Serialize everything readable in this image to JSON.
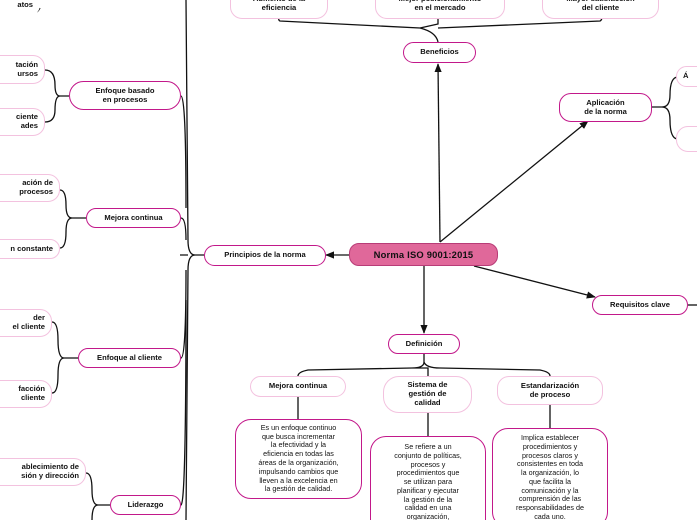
{
  "root": {
    "label": "Norma ISO 9001:2015"
  },
  "beneficios": {
    "label": "Beneficios",
    "children": [
      "Aumento de la\neficiencia",
      "Mejor posicionamiento\nen el mercado",
      "Mayor satisfacción\ndel cliente"
    ]
  },
  "aplicacion": {
    "label": "Aplicación\nde la norma",
    "children": [
      "Á",
      ""
    ]
  },
  "requisitos": {
    "label": "Requisitos clave"
  },
  "definicion": {
    "label": "Definición",
    "children": [
      {
        "label": "Mejora continua",
        "text": "Es un enfoque continuo\nque busca incrementar\nla efectividad y la\neficiencia en todas las\náreas de la organización,\nimpulsando cambios que\nlleven a la excelencia en\nla gestión de calidad."
      },
      {
        "label": "Sistema de\ngestión de\ncalidad",
        "text": "Se refiere a un\nconjunto de políticas,\nprocesos y\nprocedimientos que\nse utilizan para\nplanificar y ejecutar\nla gestión de la\ncalidad en una\norganización,"
      },
      {
        "label": "Estandarización\nde proceso",
        "text": "Implica establecer\nprocedimientos y\nprocesos claros y\nconsistentes en toda\nla organización, lo\nque facilita la\ncomunicación y la\ncomprensión de las\nresponsabilidades de\ncada uno."
      }
    ]
  },
  "principios": {
    "label": "Principios de la norma",
    "children": [
      {
        "label": "Enfoque basado\nen procesos",
        "children": [
          "atos",
          "tación\nursos",
          "ciente\nades"
        ]
      },
      {
        "label": "Mejora continua",
        "children": [
          "ación de\nprocesos",
          "n constante"
        ]
      },
      {
        "label": "Enfoque al cliente",
        "children": [
          "der\nel cliente",
          "facción\ncliente"
        ]
      },
      {
        "label": "Liderazgo",
        "children": [
          "ablecimiento de\nsión y dirección"
        ]
      }
    ]
  },
  "colors": {
    "accent": "#c2188a",
    "root_fill": "#e0689a",
    "soft_border": "#f3c2df",
    "edge": "#111111"
  }
}
